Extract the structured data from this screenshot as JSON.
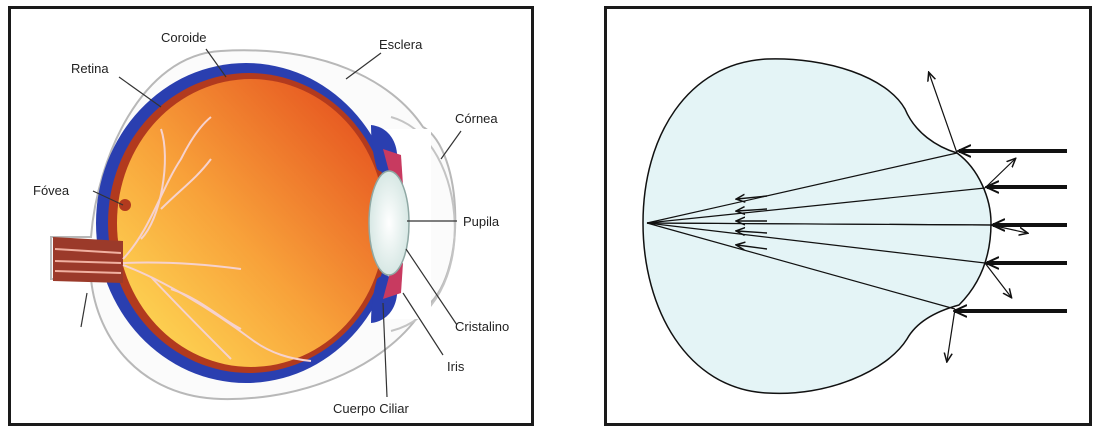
{
  "anatomy": {
    "labels": {
      "coroide": "Coroide",
      "esclera": "Esclera",
      "retina": "Retina",
      "cornea": "Córnea",
      "fovea": "Fóvea",
      "pupila": "Pupila",
      "cristalino": "Cristalino",
      "iris": "Iris",
      "cuerpo_ciliar": "Cuerpo Ciliar"
    },
    "colors": {
      "choroid": "#2a3fb0",
      "retina_outer": "#b23a1e",
      "vitreous_light": "#ffd23a",
      "vitreous_dark": "#e8501a",
      "lens": "#e6f0ee",
      "sclera_outline": "#b8b8b8",
      "nerve": "#9b3a2a"
    }
  },
  "optics": {
    "colors": {
      "eye_fill": "#e4f4f6",
      "stroke": "#111111"
    },
    "ray_count": 5
  }
}
